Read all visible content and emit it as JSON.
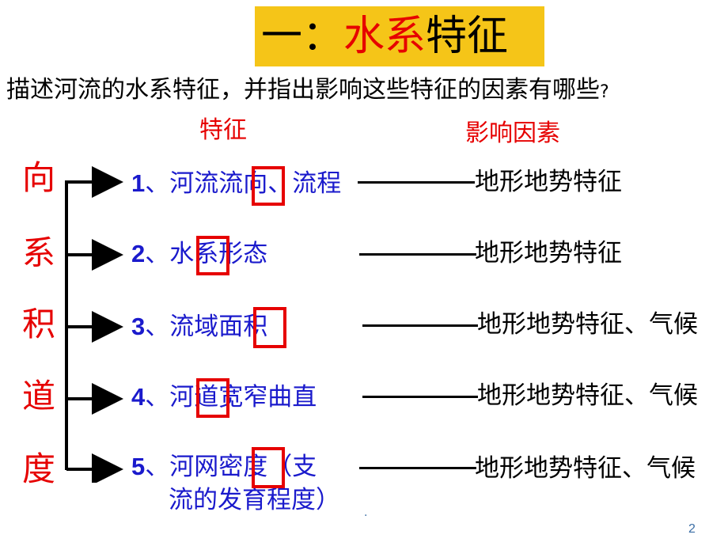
{
  "title": {
    "prefix": "一：",
    "highlight": "水系",
    "suffix": "特征"
  },
  "question": {
    "text": "描述河流的水系特征，并指出影响这些特征的因素有哪些",
    "mark": "?"
  },
  "headers": {
    "features": "特征",
    "factors": "影响因素"
  },
  "left_chars": [
    "向",
    "系",
    "积",
    "道",
    "度"
  ],
  "items": [
    {
      "num": "1",
      "sep": "、",
      "text": "河流流向、流程",
      "factor": "地形地势特征"
    },
    {
      "num": "2",
      "sep": "、",
      "text": "水系形态",
      "factor": "地形地势特征"
    },
    {
      "num": "3",
      "sep": "、",
      "text": "流域面积",
      "factor": "地形地势特征、气候"
    },
    {
      "num": "4",
      "sep": "、",
      "text": "河道宽窄曲直",
      "factor": "地形地势特征、气候"
    },
    {
      "num": "5",
      "sep": "、",
      "text": "河网密度（支",
      "text2": "流的发育程度）",
      "factor": "地形地势特征、气候"
    }
  ],
  "page_number": "2",
  "footer_dot": ".",
  "colors": {
    "accent_red": "#e60000",
    "title_bg": "#f5c518",
    "item_blue": "#1a1acc"
  }
}
